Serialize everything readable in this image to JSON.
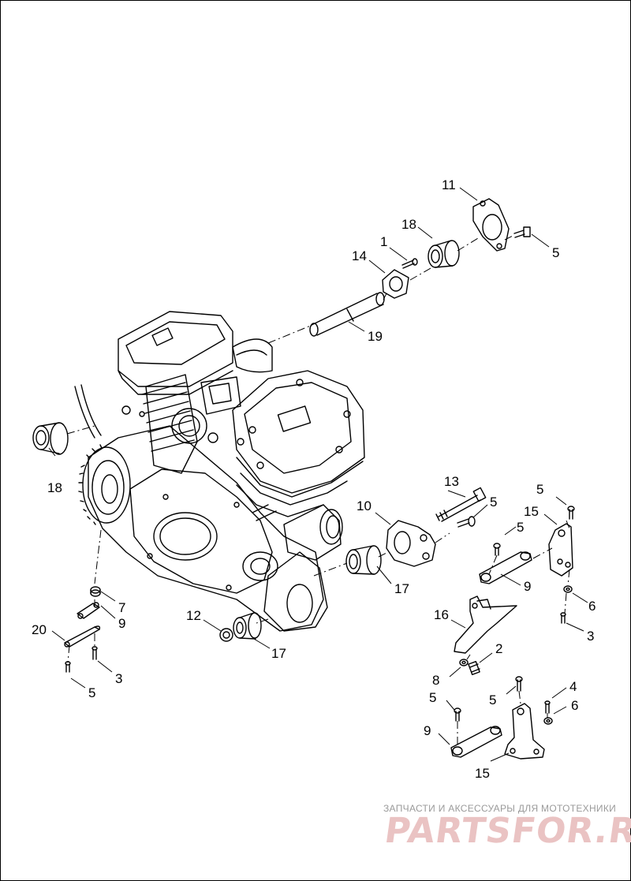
{
  "callouts": {
    "c1": "1",
    "c2": "2",
    "c3a": "3",
    "c3b": "3",
    "c4": "4",
    "c5a": "5",
    "c5b": "5",
    "c5c": "5",
    "c5d": "5",
    "c5e": "5",
    "c5f": "5",
    "c5g": "5",
    "c6a": "6",
    "c6b": "6",
    "c7": "7",
    "c8": "8",
    "c9a": "9",
    "c9b": "9",
    "c9c": "9",
    "c10": "10",
    "c11": "11",
    "c12": "12",
    "c13": "13",
    "c14": "14",
    "c15a": "15",
    "c15b": "15",
    "c16": "16",
    "c17a": "17",
    "c17b": "17",
    "c18a": "18",
    "c18b": "18",
    "c19": "19",
    "c20": "20"
  },
  "watermark": {
    "caption": "ЗАПЧАСТИ И АКСЕССУАРЫ ДЛЯ МОТОТЕХНИКИ",
    "brand": "PARTSFOR.RU",
    "brand_color": "#eac3c3"
  },
  "colors": {
    "line": "#000000",
    "background": "#ffffff"
  }
}
